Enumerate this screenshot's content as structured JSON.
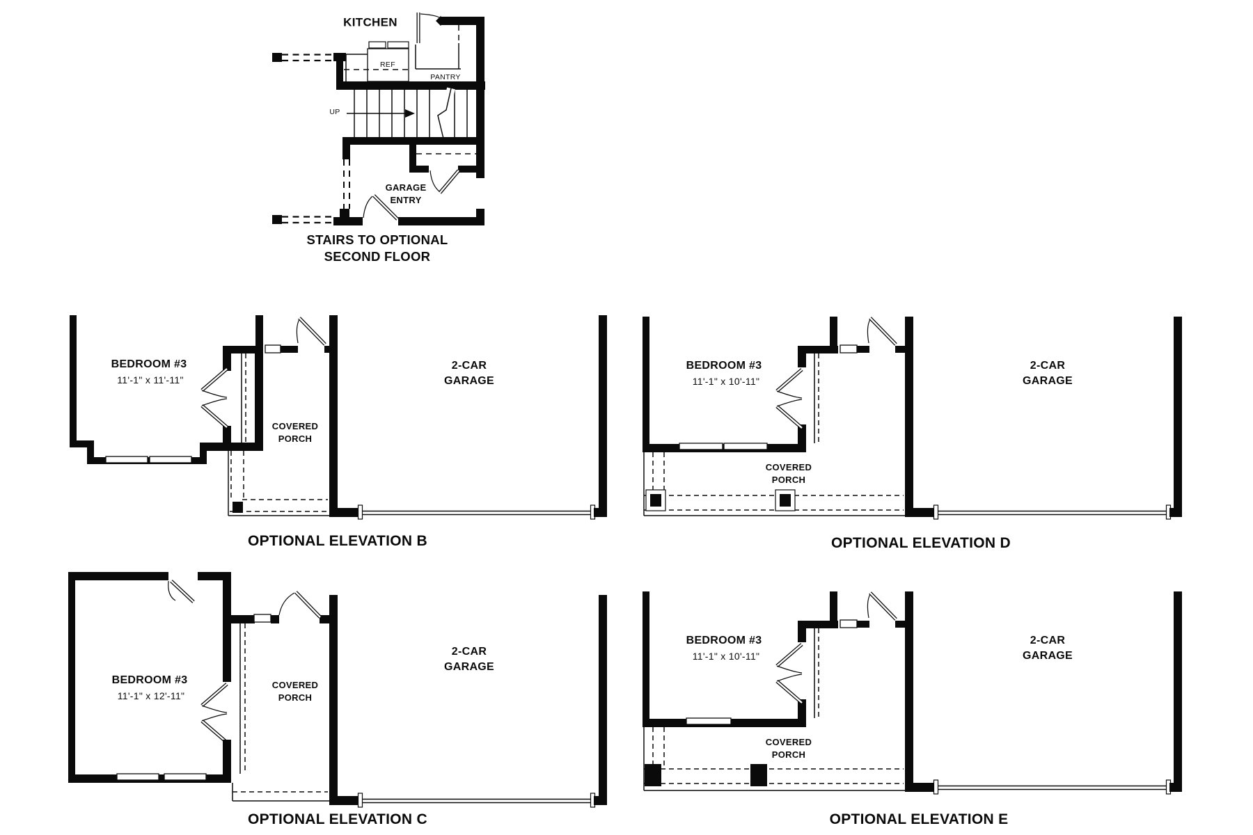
{
  "plan": {
    "kitchen": "KITCHEN",
    "ref": "REF",
    "pantry": "PANTRY",
    "up": "UP",
    "garage_entry": "GARAGE\nENTRY",
    "caption": "STAIRS TO OPTIONAL\nSECOND FLOOR"
  },
  "elevations": {
    "b": {
      "room": "BEDROOM #3",
      "dims": "11'-1\" x 11'-11\"",
      "porch": "COVERED\nPORCH",
      "garage": "2-CAR\nGARAGE",
      "caption": "OPTIONAL ELEVATION B"
    },
    "c": {
      "room": "BEDROOM #3",
      "dims": "11'-1\" x 12'-11\"",
      "porch": "COVERED\nPORCH",
      "garage": "2-CAR\nGARAGE",
      "caption": "OPTIONAL ELEVATION C"
    },
    "d": {
      "room": "BEDROOM #3",
      "dims": "11'-1\" x 10'-11\"",
      "porch": "COVERED\nPORCH",
      "garage": "2-CAR\nGARAGE",
      "caption": "OPTIONAL ELEVATION D"
    },
    "e": {
      "room": "BEDROOM #3",
      "dims": "11'-1\" x 10'-11\"",
      "porch": "COVERED\nPORCH",
      "garage": "2-CAR\nGARAGE",
      "caption": "OPTIONAL ELEVATION E"
    }
  },
  "colors": {
    "ink": "#0a0a0a",
    "background": "#ffffff"
  }
}
